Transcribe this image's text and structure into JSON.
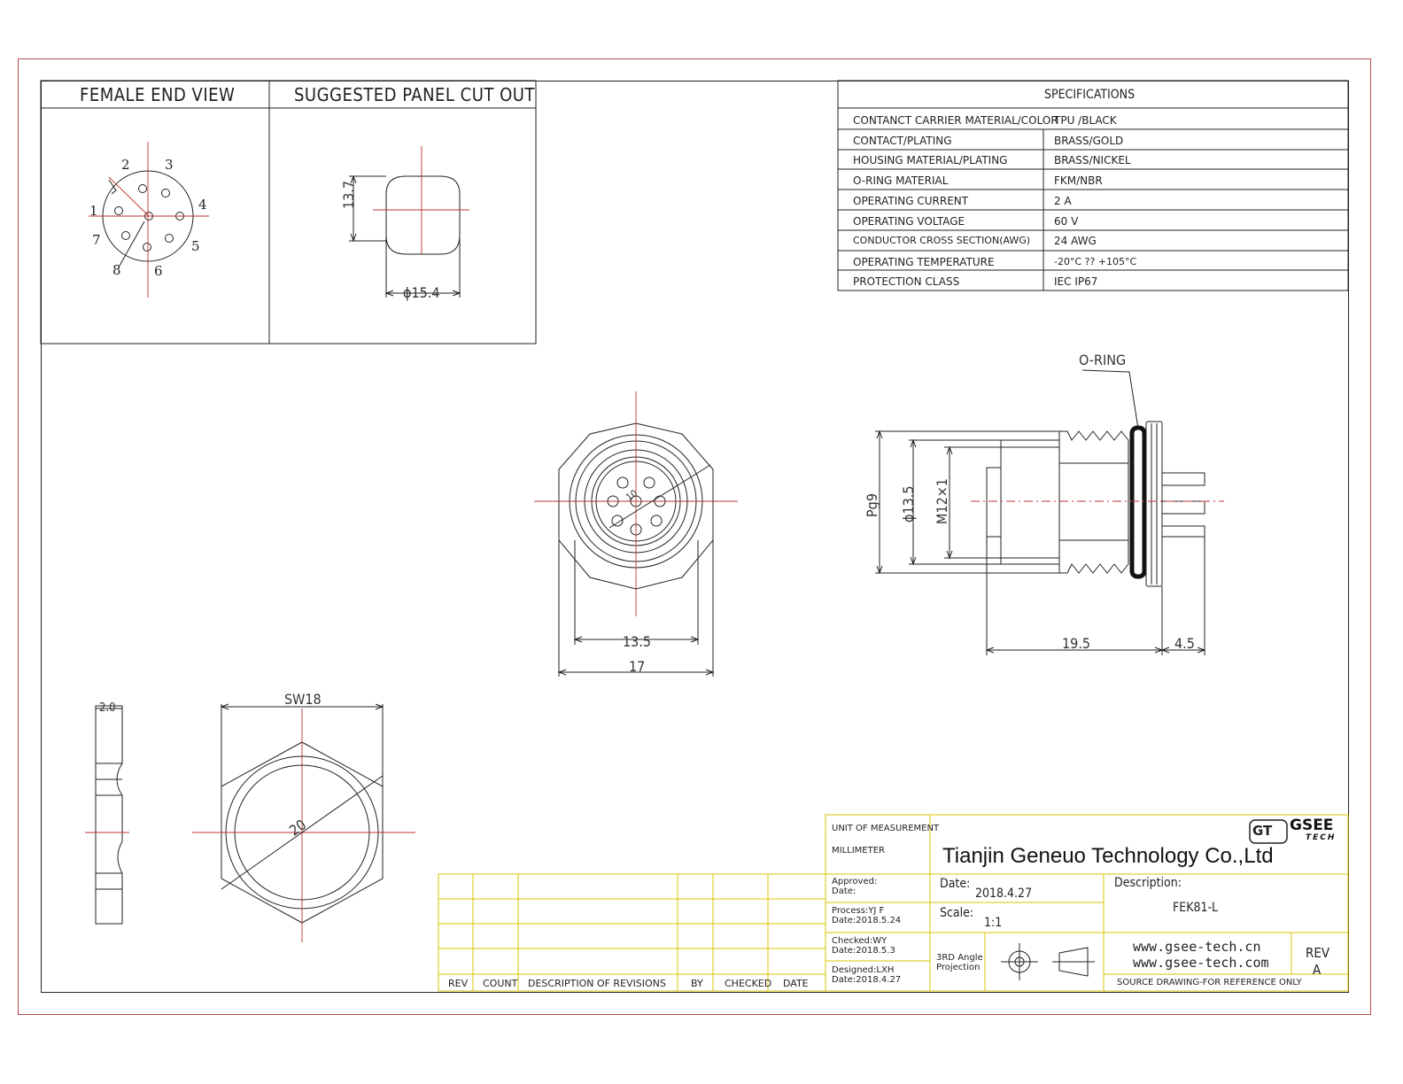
{
  "views": {
    "female_end_view_title": "FEMALE END VIEW",
    "panel_cut_out_title": "SUGGESTED PANEL CUT OUT",
    "pin_numbers": [
      "1",
      "2",
      "3",
      "4",
      "5",
      "6",
      "7",
      "8"
    ]
  },
  "specifications": {
    "title": "SPECIFICATIONS",
    "rows": [
      {
        "label": "CONTANCT CARRIER MATERIAL/COLOR",
        "value": "TPU /BLACK"
      },
      {
        "label": "CONTACT/PLATING",
        "value": "BRASS/GOLD"
      },
      {
        "label": "HOUSING MATERIAL/PLATING",
        "value": "BRASS/NICKEL"
      },
      {
        "label": "O-RING MATERIAL",
        "value": "FKM/NBR"
      },
      {
        "label": "OPERATING CURRENT",
        "value": "2 A"
      },
      {
        "label": "OPERATING VOLTAGE",
        "value": "60 V"
      },
      {
        "label": "CONDUCTOR CROSS SECTION(AWG)",
        "value": "24 AWG"
      },
      {
        "label": "OPERATING TEMPERATURE",
        "value": "-20°C ?? +105°C"
      },
      {
        "label": "PROTECTION CLASS",
        "value": "IEC IP67"
      }
    ]
  },
  "dimensions": {
    "cutout_height": "13.7",
    "cutout_diameter": "ϕ15.4",
    "front_inner": "13.5",
    "front_outer": "17",
    "front_center": "10",
    "side_pg": "Pg9",
    "side_dia": "ϕ13.5",
    "side_thread": "M12×1",
    "side_length": "19.5",
    "side_tail": "4.5",
    "oring_label": "O-RING",
    "nut_thickness": "2.0",
    "nut_sw": "SW18",
    "nut_diameter": "20"
  },
  "title_block": {
    "unit_label": "UNIT OF MEASUREMENT",
    "unit_value": "MILLIMETER",
    "company": "Tianjin Geneuo Technology Co.,Ltd",
    "logo_text": "GSEE",
    "logo_sub": "TECH",
    "logo_badge": "GT",
    "approved_label": "Approved:",
    "approved_date_label": "Date:",
    "process": "Process:YJ F",
    "process_date": "Date:2018.5.24",
    "checked": "Checked:WY",
    "checked_date": "Date:2018.5.3",
    "designed": "Designed:LXH",
    "designed_date": "Date:2018.4.27",
    "date_label": "Date:",
    "date_value": "2018.4.27",
    "scale_label": "Scale:",
    "scale_value": "1:1",
    "projection": "3RD Angle",
    "projection2": "Projection",
    "description_label": "Description:",
    "description_value": "FEK81-L",
    "website1": "www.gsee-tech.cn",
    "website2": "www.gsee-tech.com",
    "rev_label": "REV",
    "rev_value": "A",
    "source_note": "SOURCE DRAWING-FOR REFERENCE ONLY"
  },
  "revisions_header": [
    "REV",
    "COUNT",
    "DESCRIPTION OF REVISIONS",
    "BY",
    "CHECKED",
    "DATE"
  ]
}
